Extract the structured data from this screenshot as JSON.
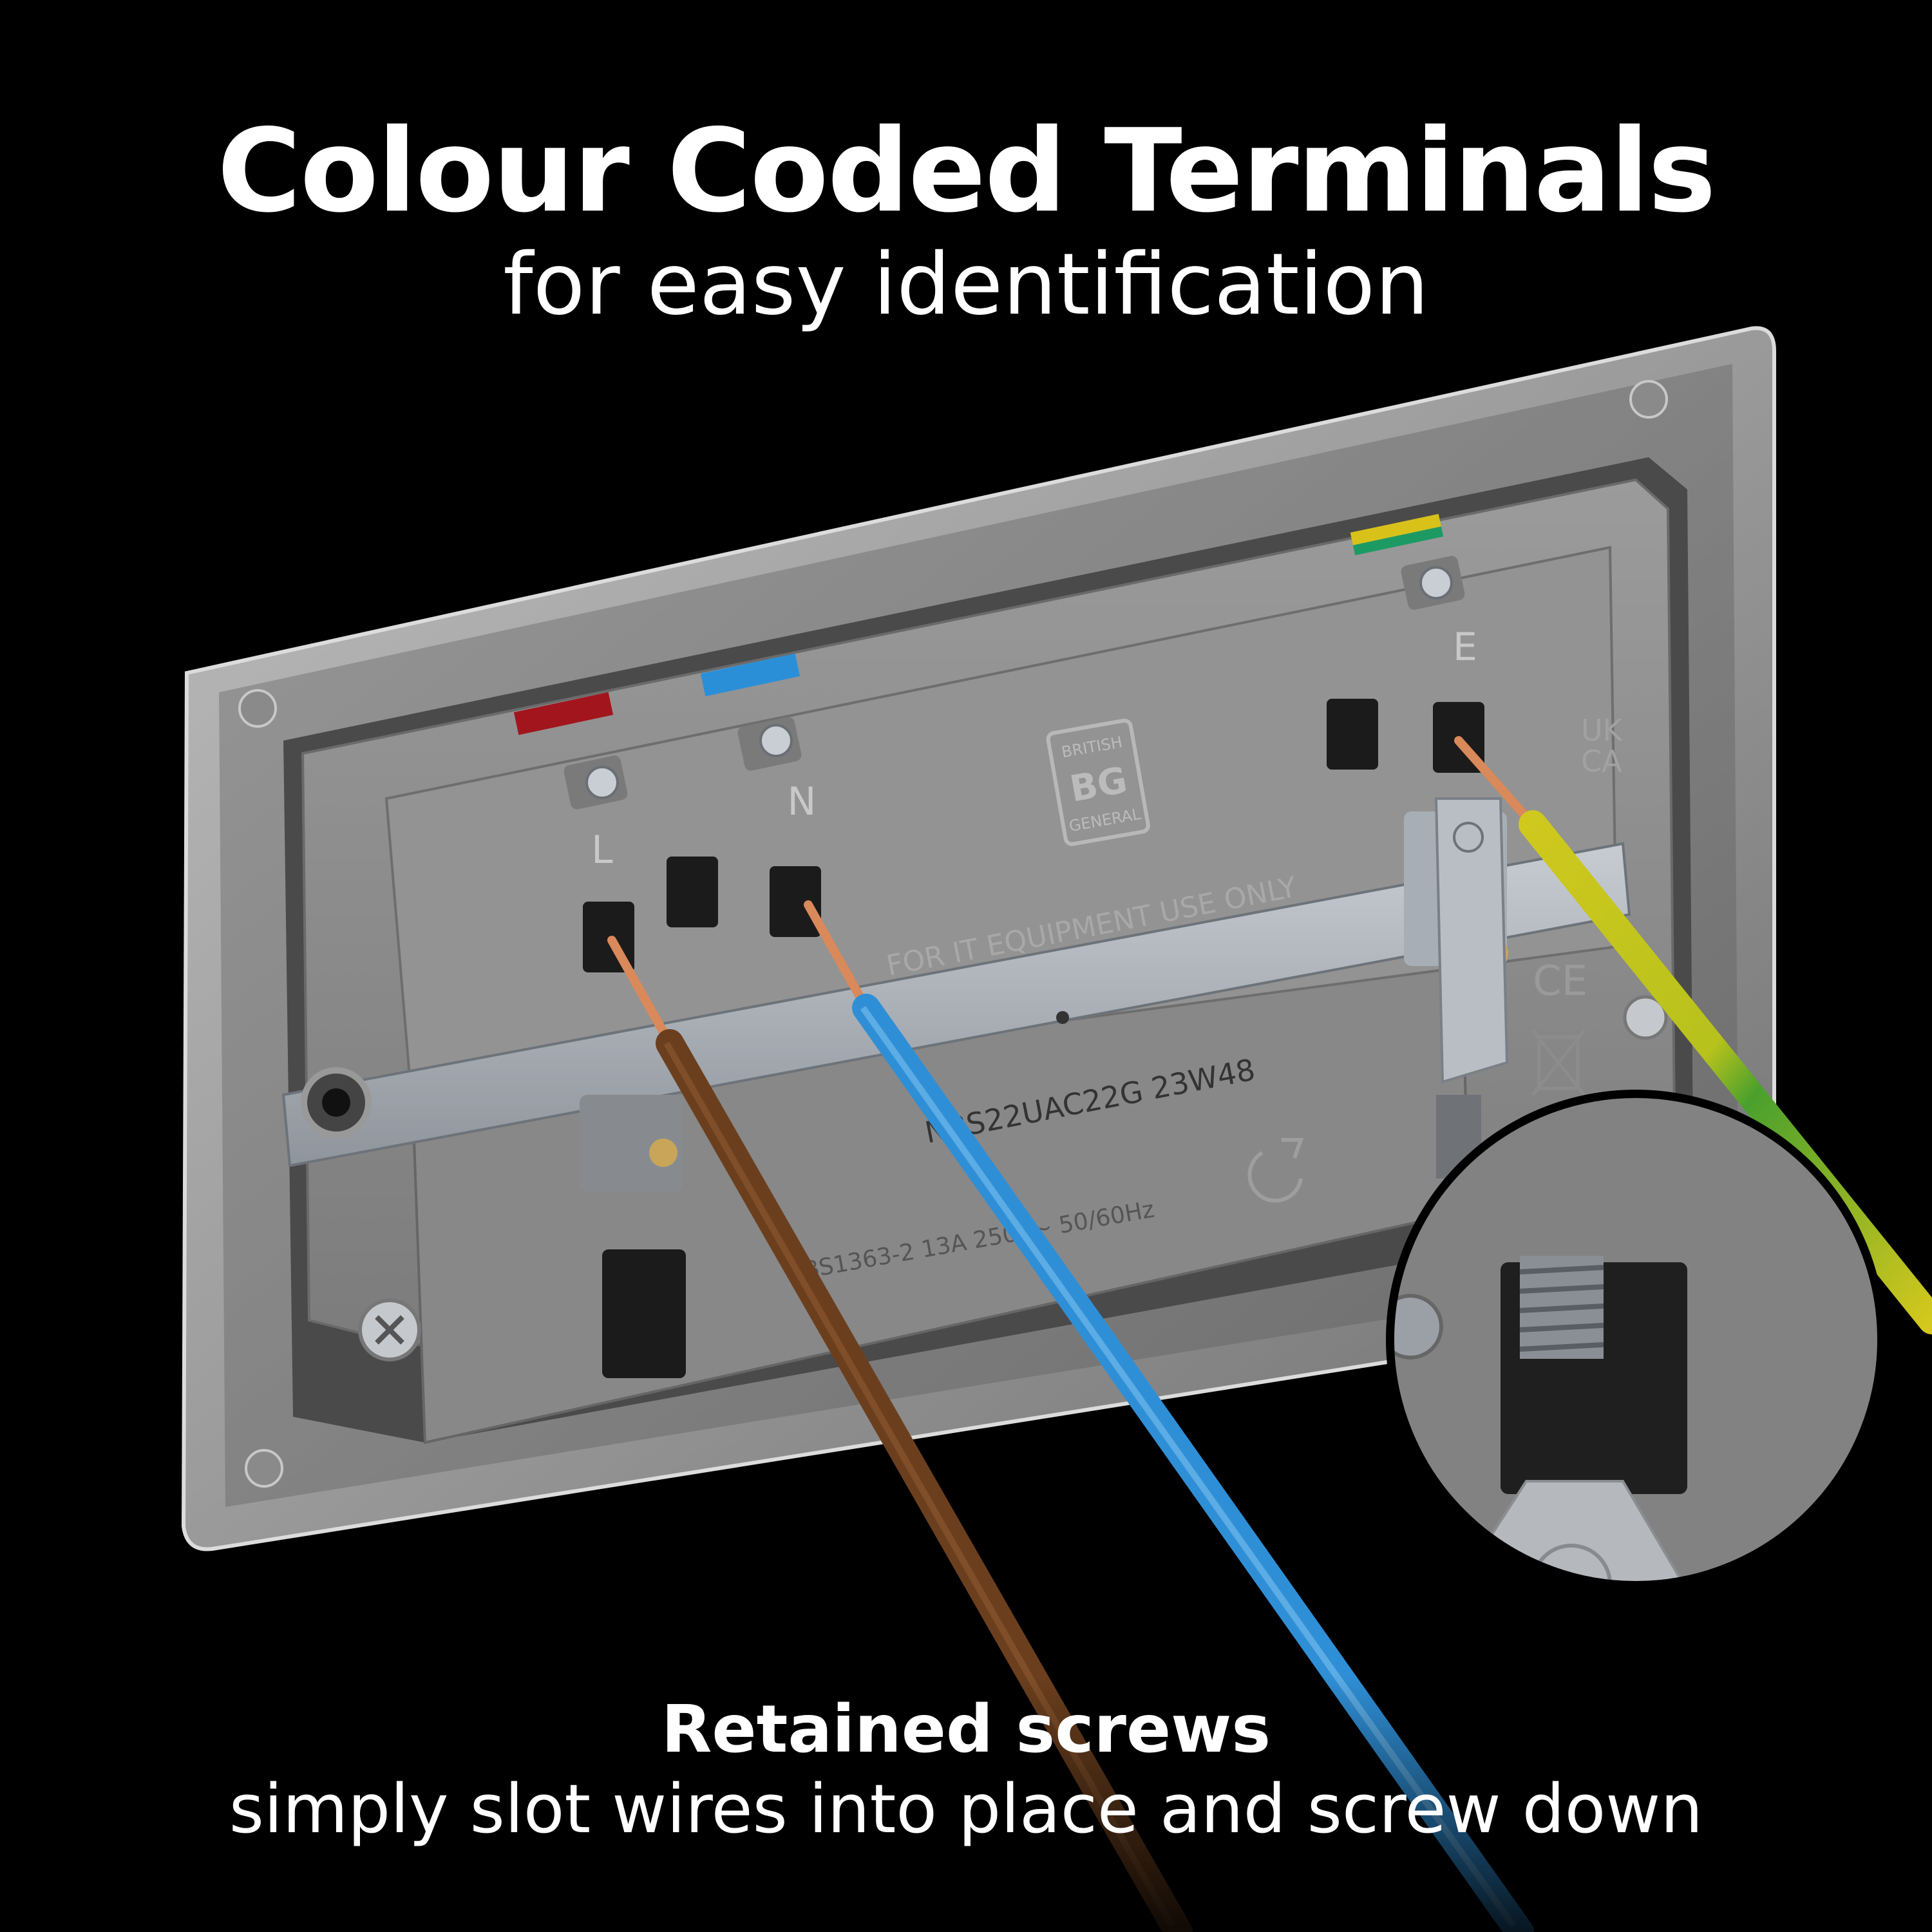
{
  "header": {
    "title": "Colour Coded Terminals",
    "subtitle": "for easy identification"
  },
  "footer": {
    "title": "Retained screws",
    "body": "simply slot wires into place and screw down"
  },
  "socket": {
    "terminal_labels": {
      "live": "L",
      "neutral": "N",
      "earth": "E"
    },
    "brand_lines": [
      "BRITISH",
      "BG",
      "GENERAL"
    ],
    "markings": {
      "it_equipment": "FOR IT EQUIPMENT USE ONLY",
      "serial": "NBS22UAC22G 23W48",
      "rating": "BS1363-2  13A  250V~  50/60Hz",
      "ukca": [
        "UK",
        "CA"
      ],
      "ce": "CE"
    }
  },
  "colors": {
    "background": "#000000",
    "live_terminal_tag": "#a3151c",
    "neutral_terminal_tag": "#2b8fd8",
    "earth_terminal_tag_yellow": "#d8c21a",
    "earth_terminal_tag_green": "#1d9a63",
    "brown_wire": "#6b3f1e",
    "blue_wire": "#2f8fd6",
    "earth_wire_yellow": "#c9c71d",
    "earth_wire_green": "#3a9b2c",
    "copper": "#d9895a",
    "plastic_grey": "#8c8c8c",
    "plate_steel": "#a2a2a2"
  },
  "icons": [
    "earth-symbol-icon",
    "ce-mark-icon",
    "weee-bin-icon",
    "recycle-icon",
    "ukca-mark-icon"
  ]
}
